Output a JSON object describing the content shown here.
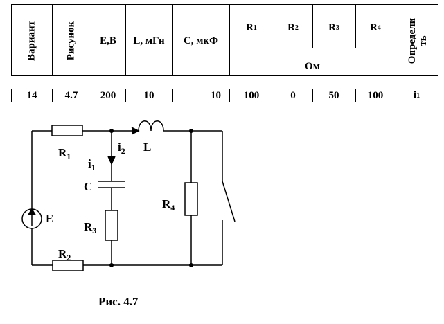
{
  "table": {
    "headers": {
      "variant": "Вариант",
      "figure": "Рисунок",
      "e": "E,B",
      "l": "L, мГн",
      "c": "С, мкФ",
      "r1": "R",
      "r2": "R",
      "r3": "R",
      "r4": "R",
      "r1_sub": "1",
      "r2_sub": "2",
      "r3_sub": "3",
      "r4_sub": "4",
      "ohm": "Ом",
      "determine_line1": "Определи",
      "determine_line2": "ть"
    },
    "values": {
      "variant": "14",
      "figure": "4.7",
      "e": "200",
      "l": "10",
      "c": "10",
      "r1": "100",
      "r2": "0",
      "r3": "50",
      "r4": "100",
      "determine": "i",
      "determine_sub": "1"
    }
  },
  "circuit": {
    "r1": "R",
    "r1_sub": "1",
    "r2": "R",
    "r2_sub": "2",
    "r3": "R",
    "r3_sub": "3",
    "r4": "R",
    "r4_sub": "4",
    "i1": "i",
    "i1_sub": "1",
    "i2": "i",
    "i2_sub": "2",
    "l": "L",
    "c": "C",
    "e": "E"
  },
  "caption": "Рис. 4.7"
}
